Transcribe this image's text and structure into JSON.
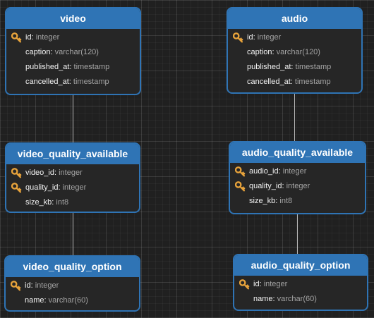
{
  "diagram": {
    "colors": {
      "canvas_background": "#202020",
      "table_header": "#2f74b5",
      "table_body": "#262626",
      "connector": "#b8b8b8",
      "primary_key_icon": "#e8a33b",
      "field_name_text": "#f2f2f2",
      "field_type_text": "#a4a4a4"
    },
    "tables": {
      "video": {
        "title": "video",
        "fields": [
          {
            "name": "id",
            "type": "integer",
            "icon": "key-icon"
          },
          {
            "name": "caption",
            "type": "varchar(120)"
          },
          {
            "name": "published_at",
            "type": "timestamp"
          },
          {
            "name": "cancelled_at",
            "type": "timestamp"
          }
        ]
      },
      "audio": {
        "title": "audio",
        "fields": [
          {
            "name": "id",
            "type": "integer",
            "icon": "key-icon"
          },
          {
            "name": "caption",
            "type": "varchar(120)"
          },
          {
            "name": "published_at",
            "type": "timestamp"
          },
          {
            "name": "cancelled_at",
            "type": "timestamp"
          }
        ]
      },
      "video_quality_available": {
        "title": "video_quality_available",
        "fields": [
          {
            "name": "video_id",
            "type": "integer",
            "icon": "key-icon"
          },
          {
            "name": "quality_id",
            "type": "integer",
            "icon": "key-icon"
          },
          {
            "name": "size_kb",
            "type": "int8"
          }
        ]
      },
      "audio_quality_available": {
        "title": "audio_quality_available",
        "fields": [
          {
            "name": "audio_id",
            "type": "integer",
            "icon": "key-icon"
          },
          {
            "name": "quality_id",
            "type": "integer",
            "icon": "key-icon"
          },
          {
            "name": "size_kb",
            "type": "int8"
          }
        ]
      },
      "video_quality_option": {
        "title": "video_quality_option",
        "fields": [
          {
            "name": "id",
            "type": "integer",
            "icon": "key-icon"
          },
          {
            "name": "name",
            "type": "varchar(60)"
          }
        ]
      },
      "audio_quality_option": {
        "title": "audio_quality_option",
        "fields": [
          {
            "name": "id",
            "type": "integer",
            "icon": "key-icon"
          },
          {
            "name": "name",
            "type": "varchar(60)"
          }
        ]
      }
    },
    "relationships": [
      {
        "from": "video",
        "to": "video_quality_available"
      },
      {
        "from": "video_quality_available",
        "to": "video_quality_option"
      },
      {
        "from": "audio",
        "to": "audio_quality_available"
      },
      {
        "from": "audio_quality_available",
        "to": "audio_quality_option"
      }
    ]
  }
}
